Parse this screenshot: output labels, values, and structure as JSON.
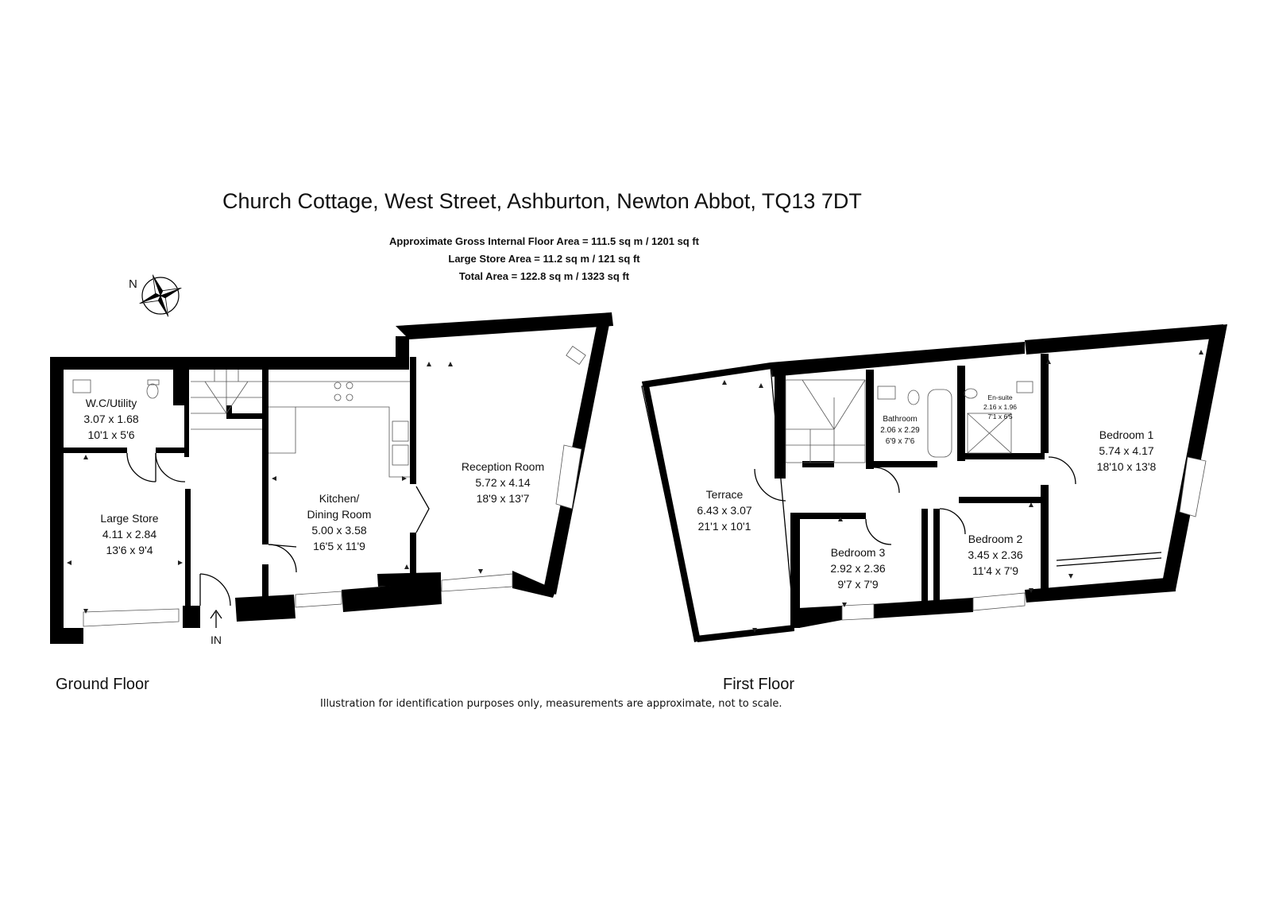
{
  "title": "Church Cottage, West Street, Ashburton, Newton Abbot, TQ13 7DT",
  "areas": [
    "Approximate Gross Internal Floor Area  = 111.5 sq m / 1201 sq ft",
    "Large Store Area = 11.2 sq m / 121 sq ft",
    "Total Area = 122.8 sq m / 1323 sq ft"
  ],
  "compass_label": "N",
  "entrance_label": "IN",
  "floors": {
    "ground": {
      "label": "Ground Floor",
      "rooms": [
        {
          "name": "W.C/Utility",
          "metric": "3.07 x 1.68",
          "imperial": "10'1 x 5'6"
        },
        {
          "name": "Large Store",
          "metric": "4.11 x 2.84",
          "imperial": "13'6 x 9'4"
        },
        {
          "name": "Kitchen/",
          "name2": "Dining Room",
          "metric": "5.00 x 3.58",
          "imperial": "16'5 x 11'9"
        },
        {
          "name": "Reception Room",
          "metric": "5.72 x 4.14",
          "imperial": "18'9 x 13'7"
        }
      ]
    },
    "first": {
      "label": "First Floor",
      "rooms": [
        {
          "name": "Terrace",
          "metric": "6.43 x 3.07",
          "imperial": "21'1 x 10'1"
        },
        {
          "name": "Bathroom",
          "metric": "2.06 x 2.29",
          "imperial": "6'9 x 7'6"
        },
        {
          "name": "En-suite",
          "metric": "2.16 x 1.96",
          "imperial": "7'1 x 6'5"
        },
        {
          "name": "Bedroom 1",
          "metric": "5.74 x 4.17",
          "imperial": "18'10 x 13'8"
        },
        {
          "name": "Bedroom 2",
          "metric": "3.45 x 2.36",
          "imperial": "11'4 x 7'9"
        },
        {
          "name": "Bedroom 3",
          "metric": "2.92 x 2.36",
          "imperial": "9'7 x 7'9"
        }
      ]
    }
  },
  "disclaimer": "Illustration for identification purposes only, measurements are approximate, not to scale."
}
